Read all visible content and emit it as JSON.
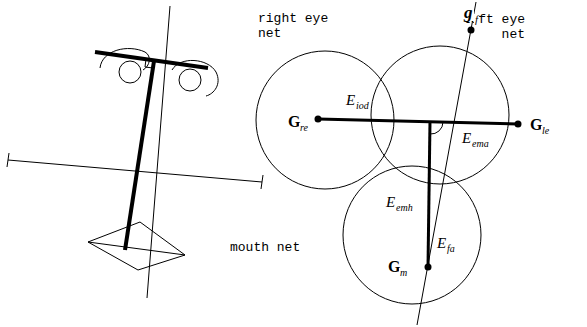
{
  "diagram": {
    "nodes": [
      {
        "text": [
          "right eye net"
        ]
      },
      {
        "text": [
          "left eye net"
        ]
      },
      {
        "text": [
          "mouth net"
        ]
      }
    ],
    "labels": [
      "g",
      "f",
      "E",
      "iod",
      "E",
      "ema",
      "E",
      "emh",
      "E",
      "fa",
      "G",
      "re",
      "G",
      "le",
      "G",
      "m"
    ]
  }
}
